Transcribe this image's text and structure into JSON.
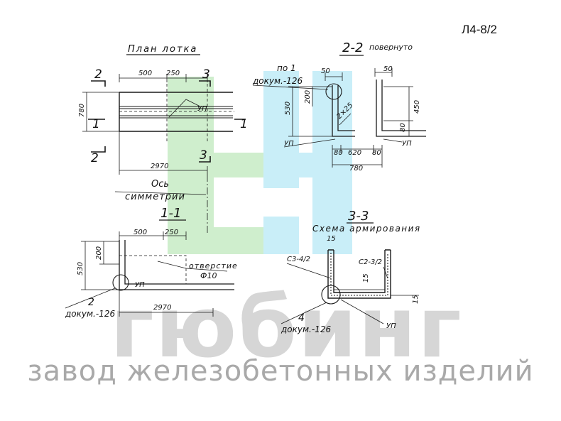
{
  "sheet_code": "Л4-8/2",
  "titles": {
    "plan": "План лотка",
    "section_2_2": "2-2",
    "section_2_2_note": "повернуто",
    "section_1_1": "1-1",
    "section_3_3": "3-3",
    "scheme": "Схема армирования",
    "axis_line1": "Ось",
    "axis_line2": "симметрии"
  },
  "cut_marks": {
    "two": "2",
    "three": "3",
    "one": "1"
  },
  "dimensions": {
    "d500": "500",
    "d250": "250",
    "d780": "780",
    "d2970": "2970",
    "d50": "50",
    "d200": "200",
    "d530": "530",
    "d450": "450",
    "d80": "80",
    "d620": "620",
    "d15": "15",
    "d2x25": "2×25"
  },
  "labels": {
    "up": "УП",
    "hole_line1": "отверстие",
    "hole_line2": "Ф10",
    "s3_42": "С3-4/2",
    "s2_32": "С2-3/2"
  },
  "callouts": {
    "n1": "по 1",
    "n2": "2",
    "n4": "4",
    "doc": "докум.-126"
  },
  "watermark": {
    "word": "гюбинг",
    "line": "завод железобетонных изделий",
    "colors": {
      "green": "#cfeecd",
      "blue": "#c9eef8"
    }
  }
}
